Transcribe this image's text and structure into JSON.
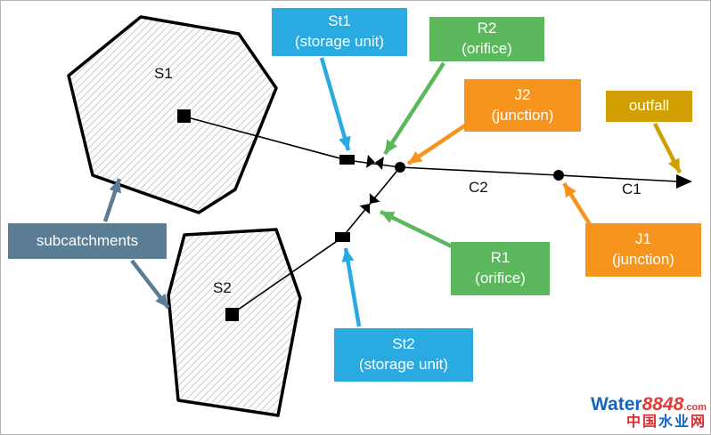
{
  "labels": {
    "s1": "S1",
    "s2": "S2",
    "c1": "C1",
    "c2": "C2"
  },
  "callouts": {
    "st1": {
      "title": "St1",
      "subtitle": "(storage unit)"
    },
    "r2": {
      "title": "R2",
      "subtitle": "(orifice)"
    },
    "j2": {
      "title": "J2",
      "subtitle": "(junction)"
    },
    "outfall": {
      "title": "outfall"
    },
    "j1": {
      "title": "J1",
      "subtitle": "(junction)"
    },
    "r1": {
      "title": "R1",
      "subtitle": "(orifice)"
    },
    "st2": {
      "title": "St2",
      "subtitle": "(storage unit)"
    },
    "subcatchments": {
      "title": "subcatchments"
    }
  },
  "colors": {
    "storage_blue": "#29ABE2",
    "orifice_green": "#5CB85C",
    "junction_orange": "#F7941E",
    "outfall_gold": "#D1A000",
    "subcatchment_slate": "#5B7C95"
  },
  "watermark": {
    "word": "Water",
    "number": "8848",
    "tld": ".com",
    "cn_left": "中国",
    "cn_mid": "水业",
    "cn_right": "网"
  }
}
